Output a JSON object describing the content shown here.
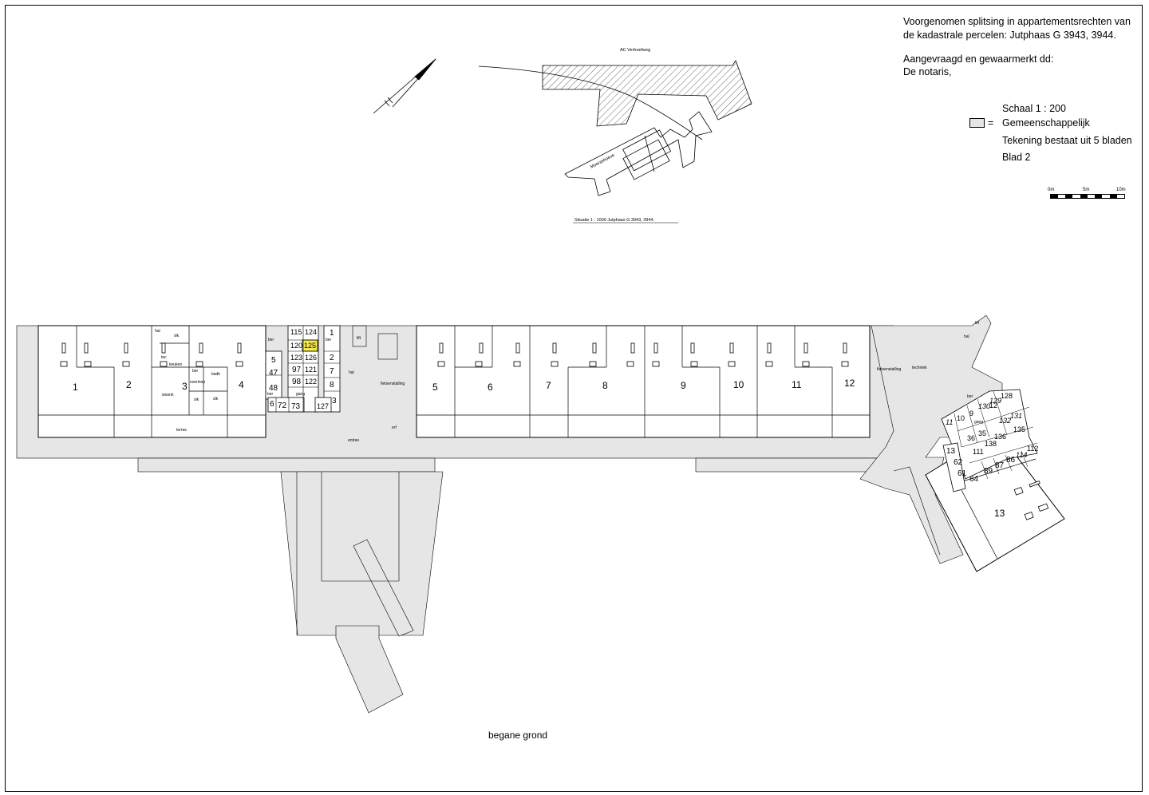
{
  "header": {
    "line1": "Voorgenomen splitsing in appartementsrechten van",
    "line2": "de kadastrale percelen:  Jutphaas G  3943, 3944.",
    "line3": "Aangevraagd en gewaarmerkt dd:",
    "line4": "De notaris,"
  },
  "legend": {
    "scale": "Schaal  1 : 200",
    "equals": "=",
    "swatch_label": "Gemeenschappelijk",
    "sheets": "Tekening bestaat uit 5 bladen",
    "sheet": "Blad 2",
    "swatch_color": "#e6e6e6"
  },
  "scale_bar": {
    "ticks": [
      "0m",
      "5m",
      "10m"
    ]
  },
  "situation": {
    "caption": "Situatie  1 : 1000   Jutphaas   G   3943, 3944.",
    "street1": "AC Verhoefweg",
    "street2": "Moerashoeve"
  },
  "floor": {
    "name": "begane grond",
    "units": [
      {
        "id": "u1",
        "label": "1"
      },
      {
        "id": "u2",
        "label": "2"
      },
      {
        "id": "u3",
        "label": "3"
      },
      {
        "id": "u4",
        "label": "4"
      },
      {
        "id": "u5",
        "label": "5"
      },
      {
        "id": "u6",
        "label": "6"
      },
      {
        "id": "u7",
        "label": "7"
      },
      {
        "id": "u8",
        "label": "8"
      },
      {
        "id": "u9",
        "label": "9"
      },
      {
        "id": "u10",
        "label": "10"
      },
      {
        "id": "u11",
        "label": "11"
      },
      {
        "id": "u12",
        "label": "12"
      },
      {
        "id": "u13",
        "label": "13"
      }
    ],
    "storage_left": [
      "115",
      "124",
      "120",
      "125",
      "123",
      "126",
      "97",
      "121",
      "98",
      "122"
    ],
    "storage_side": [
      "5",
      "47",
      "48",
      "6",
      "72",
      "73",
      "1",
      "2",
      "7",
      "8",
      "3",
      "127"
    ],
    "storage_right": [
      "11",
      "10",
      "9",
      "130",
      "129",
      "128",
      "12",
      "132",
      "131",
      "36",
      "35",
      "136",
      "135",
      "138",
      "111",
      "13",
      "62",
      "61",
      "64",
      "89",
      "87",
      "86",
      "114",
      "112"
    ],
    "room_labels": {
      "hal": "hal",
      "slk": "slk",
      "keuken": "keuken",
      "tec": "tec",
      "ber": "ber",
      "badk": "badk",
      "overloop": "overloop",
      "woonk": "woonk",
      "terras": "terras",
      "gang": "gang",
      "lift": "lift",
      "entree": "entree",
      "erf": "erf",
      "fietsenstalling": "fietsenstalling",
      "techniek": "techniek"
    },
    "highlight": "#f3e94a"
  }
}
